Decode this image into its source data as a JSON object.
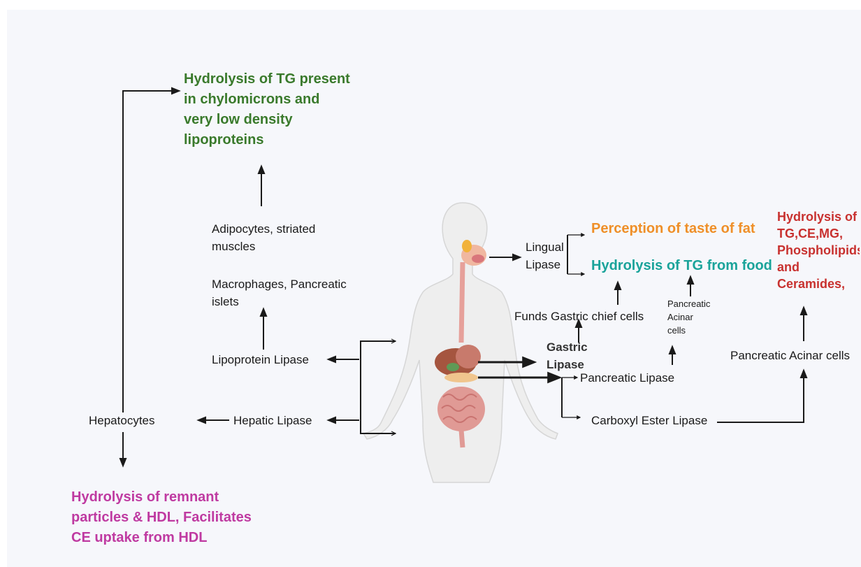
{
  "colors": {
    "green": "#3a7a2c",
    "orange": "#ef8f28",
    "teal": "#1aa39a",
    "red": "#c8312f",
    "magenta": "#bf3aa1"
  },
  "labels": {
    "hydrolysis_tg_chylo": "Hydrolysis of TG present\nin chylomicrons and\nvery low density\nlipoproteins",
    "adipocytes": "Adipocytes, striated\nmuscles",
    "macrophages": "Macrophages, Pancreatic\nislets",
    "lipoprotein_lipase": "Lipoprotein Lipase",
    "hepatic_lipase": "Hepatic Lipase",
    "hepatocytes": "Hepatocytes",
    "hydrolysis_remnant": "Hydrolysis of remnant\nparticles & HDL, Facilitates\nCE uptake from HDL",
    "lingual_lipase": "Lingual\nLipase",
    "perception_taste": "Perception of taste of fat",
    "hydrolysis_food": "Hydrolysis of TG from food",
    "funds_gastric": "Funds Gastric chief cells",
    "gastric_lipase": "Gastric\nLipase",
    "pancreatic_acinar_small": "Pancreatic\nAcinar\ncells",
    "pancreatic_lipase": "Pancreatic Lipase",
    "carboxyl_ester": "Carboxyl Ester Lipase",
    "pancreatic_acinar": "Pancreatic Acinar cells",
    "hydrolysis_tg_ce": "Hydrolysis of\nTG,CE,MG,\nPhospholipids,\nand\nCeramides,"
  }
}
